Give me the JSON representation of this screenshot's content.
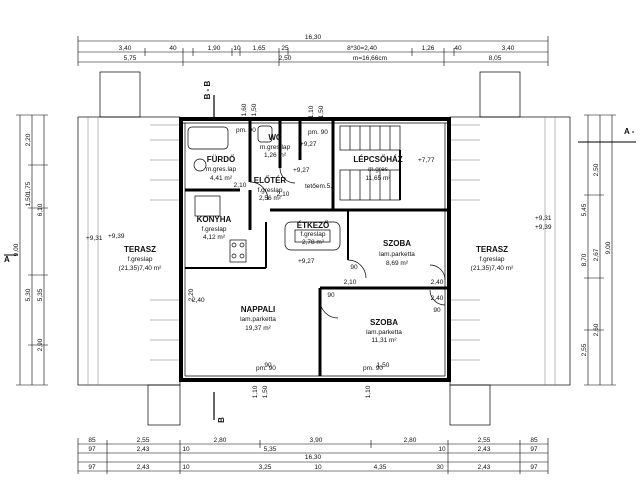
{
  "dims": {
    "top1": [
      "3,40",
      "40",
      "1,90",
      "10",
      "1,65",
      "25",
      "8*30=2,40",
      "1,26",
      "40",
      "3,40"
    ],
    "top_total": "16,30",
    "top2": [
      "5,75",
      "2,50",
      "m=16,66cm",
      "8,05"
    ],
    "bot1": [
      "2,55",
      "2,80",
      "3,90",
      "2,80",
      "2,55"
    ],
    "bot1_end": "85",
    "bot2": [
      "97",
      "2,43",
      "10",
      "5,35",
      "10",
      "2,43",
      "97"
    ],
    "bot3": [
      "97",
      "2,43",
      "10",
      "3,25",
      "10",
      "4,35",
      "30",
      "2,43",
      "97"
    ],
    "bot_total": "16,30",
    "left": [
      "2,20",
      "1,75",
      "1,50",
      "6,10",
      "9,00",
      "5,30",
      "5,35",
      "2,90"
    ],
    "right": [
      "2,50",
      "5,45",
      "2,67",
      "8,70",
      "9,00",
      "2,60",
      "2,55"
    ],
    "interior": [
      "1,60",
      "1,50",
      "1,10",
      "1,50",
      "2,10",
      "2,10",
      "2,20",
      "2,40",
      "2,10",
      "2,40",
      "2,40",
      "90",
      "90",
      "90",
      "90",
      "1,50",
      "1,10",
      "1,50",
      "1,10"
    ]
  },
  "sections": {
    "top_left": "B - B",
    "bottom_left": "B",
    "right": "A -",
    "left": "A"
  },
  "rooms": [
    {
      "name": "FÜRDŐ",
      "floor": "m.gres.lap",
      "area": "4,41 m²"
    },
    {
      "name": "WC",
      "floor": "m.gres.lap",
      "area": "1,26 m²"
    },
    {
      "name": "ELŐTÉR",
      "floor": "f.greslap",
      "area": "2,56 m²"
    },
    {
      "name": "LÉPCSŐHÁZ",
      "floor": "m.gres",
      "area": "11,65 m²"
    },
    {
      "name": "KONYHA",
      "floor": "f.greslap",
      "area": "4,12 m²"
    },
    {
      "name": "ÉTKEZŐ",
      "floor": "f.greslap",
      "area": "2,78 m²"
    },
    {
      "name": "SZOBA",
      "floor": "lam.parketta",
      "area": "8,69 m²"
    },
    {
      "name": "NAPPALI",
      "floor": "lam.parketta",
      "area": "19,37 m²"
    },
    {
      "name": "SZOBA",
      "floor": "lam.parketta",
      "area": "11,31 m²"
    },
    {
      "name": "TERASZ",
      "floor": "f.greslap",
      "area": "(21,35)7,40 m²"
    },
    {
      "name": "TERASZ",
      "floor": "f.greslap",
      "area": "(21,35)7,40 m²"
    }
  ],
  "levels": {
    "l1": "+9,31",
    "l2": "+9,39",
    "l3": "+9,27",
    "l4": "+7,77",
    "l5": "+9,27",
    "l6": "+9,31",
    "l7": "+9,39",
    "l8": "pm. 90",
    "l9": "tetőem.5.",
    "l10": "+9,27"
  },
  "openings": [
    "pm. 90",
    "pm. 90",
    "pm. 90"
  ]
}
